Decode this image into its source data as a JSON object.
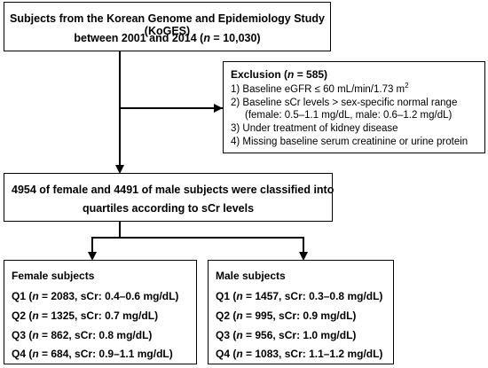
{
  "top": {
    "line1": "Subjects from the Korean Genome and Epidemiology Study (KoGES)",
    "line2_a": "between 2001 and 2014  (",
    "line2_n": "n",
    "line2_b": " = 10,030)"
  },
  "exclusion": {
    "title_a": "Exclusion (",
    "title_n": "n",
    "title_b": " = 585)",
    "item1_a": "1)  Baseline eGFR ≤ 60 mL/min/1.73 m",
    "item1_sup": "2",
    "item2": "2)  Baseline sCr levels > sex-specific normal range",
    "item2_cont": "(female: 0.5–1.1 mg/dL, male: 0.6–1.2 mg/dL)",
    "item3": "3)  Under treatment of kidney disease",
    "item4": "4)  Missing baseline serum creatinine or urine protein"
  },
  "middle": {
    "line1": "4954 of female and 4491 of male subjects were classified into",
    "line2": "quartiles according to sCr levels"
  },
  "female": {
    "title": "Female subjects",
    "rows": [
      {
        "q": "Q1 (",
        "n": "n",
        "rest": " = 2083, sCr: 0.4–0.6 mg/dL)"
      },
      {
        "q": "Q2 (",
        "n": "n",
        "rest": " = 1325, sCr: 0.7 mg/dL)"
      },
      {
        "q": "Q3 (",
        "n": "n",
        "rest": " = 862, sCr: 0.8 mg/dL)"
      },
      {
        "q": "Q4 (",
        "n": "n",
        "rest": " = 684, sCr: 0.9–1.1 mg/dL)"
      }
    ]
  },
  "male": {
    "title": "Male subjects",
    "rows": [
      {
        "q": "Q1 (",
        "n": "n",
        "rest": " = 1457, sCr: 0.3–0.8 mg/dL)"
      },
      {
        "q": "Q2 (",
        "n": "n",
        "rest": " = 995, sCr: 0.9 mg/dL)"
      },
      {
        "q": "Q3 (",
        "n": "n",
        "rest": " = 956, sCr: 1.0 mg/dL)"
      },
      {
        "q": "Q4 (",
        "n": "n",
        "rest": " = 1083, sCr: 1.1–1.2 mg/dL)"
      }
    ]
  }
}
